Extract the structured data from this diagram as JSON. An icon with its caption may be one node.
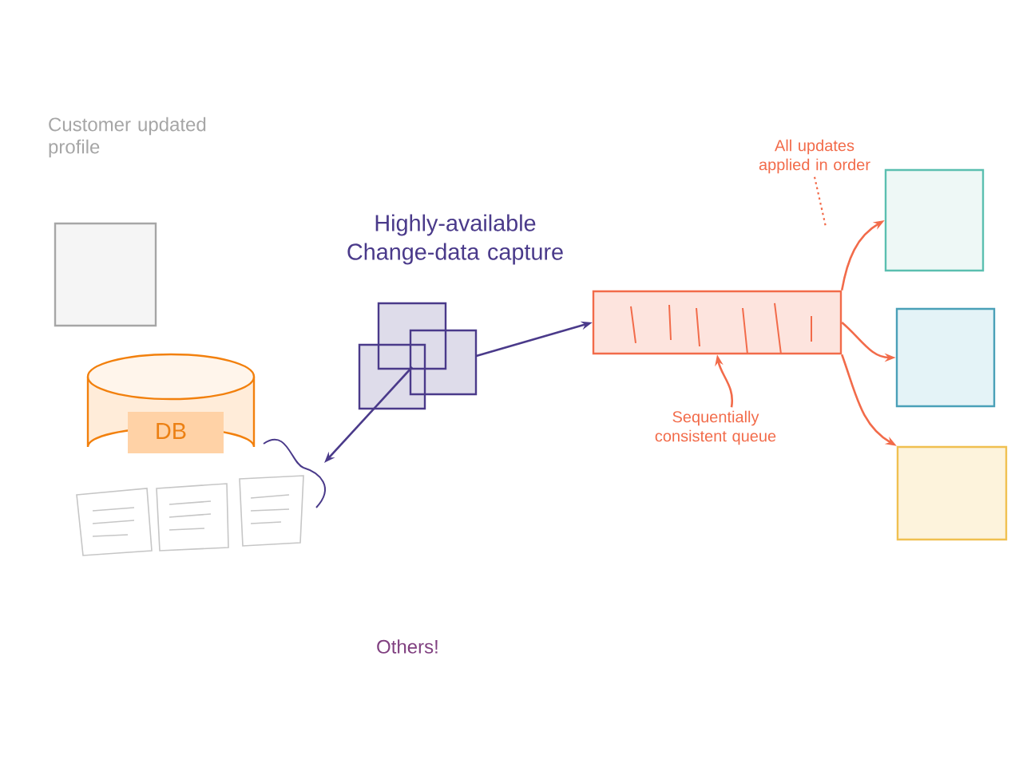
{
  "diagram": {
    "nodes": [
      {
        "text": [
          "Customer updated profile"
        ]
      },
      {
        "text": [
          "DB"
        ]
      },
      {
        "text": [
          "Highly-available Change-data capture"
        ]
      },
      {
        "text": [],
        "shape": "bar"
      },
      {
        "text": [
          "Sequentially consistent queue"
        ]
      },
      {
        "text": [
          "All updates applied in order"
        ]
      },
      {
        "text": [],
        "shape": "box"
      },
      {
        "text": [],
        "shape": "box"
      },
      {
        "text": [],
        "shape": "box"
      }
    ],
    "edges": [
      {
        "from": 2,
        "to": 1,
        "arrow": "to",
        "color": "#4a3a8a"
      },
      {
        "from": 2,
        "to": 3,
        "arrow": "to",
        "color": "#4a3a8a"
      },
      {
        "from": 4,
        "to": 3,
        "arrow": "to"
      },
      {
        "from": 5,
        "to": null,
        "arrow": "none",
        "style": "dashed"
      },
      {
        "from": 3,
        "to": 6,
        "arrow": "to"
      },
      {
        "from": 3,
        "to": 7,
        "arrow": "to"
      },
      {
        "from": 3,
        "to": 8,
        "arrow": "to"
      }
    ],
    "labels": [
      "Others!"
    ]
  }
}
